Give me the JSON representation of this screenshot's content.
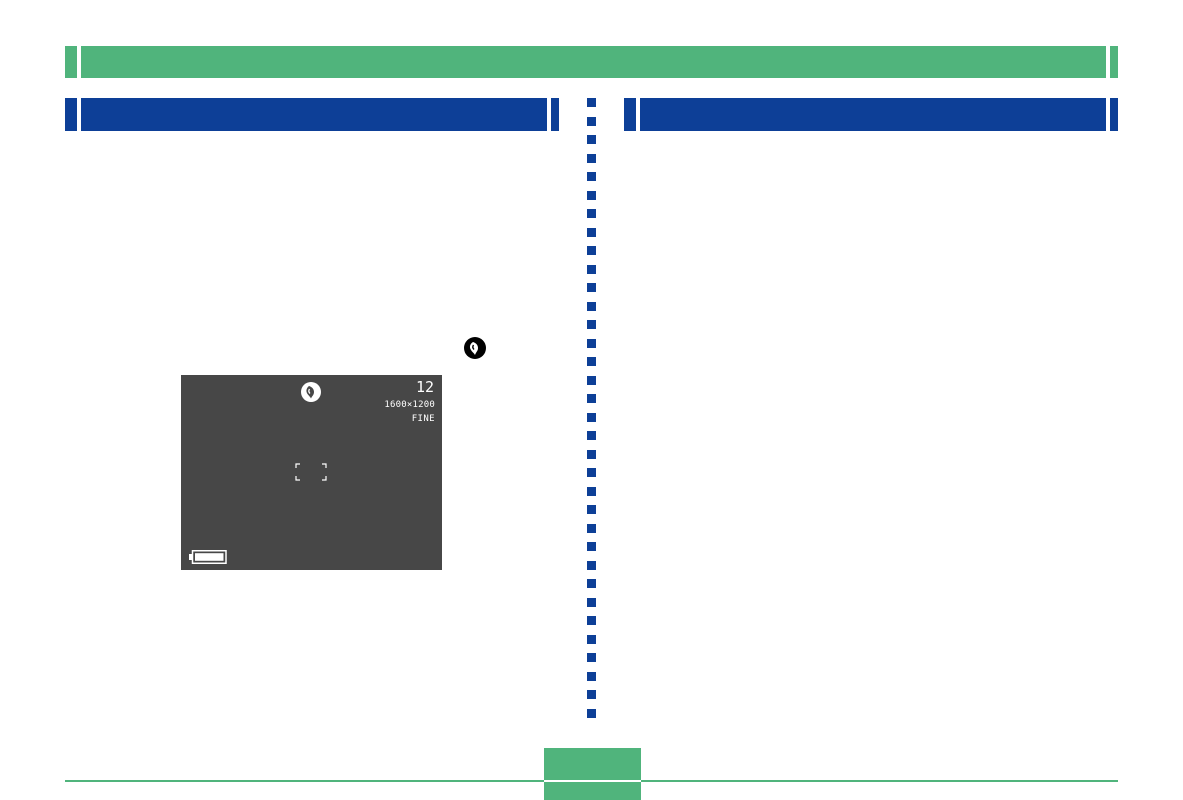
{
  "colors": {
    "band_green": "#50b47c",
    "header_blue": "#0d3f97",
    "lcd_gray": "#474747"
  },
  "header": {
    "left_section_title": "",
    "right_section_title": ""
  },
  "icons": {
    "mode_icon": "portrait-mode-icon",
    "lcd_mode_icon": "portrait-mode-icon",
    "af_frame": "autofocus-frame-icon",
    "battery": "battery-icon"
  },
  "lcd": {
    "shots_remaining": "12",
    "resolution": "1600×1200",
    "quality": "FINE",
    "battery_level": 1.0
  },
  "footer": {
    "page_number": ""
  }
}
